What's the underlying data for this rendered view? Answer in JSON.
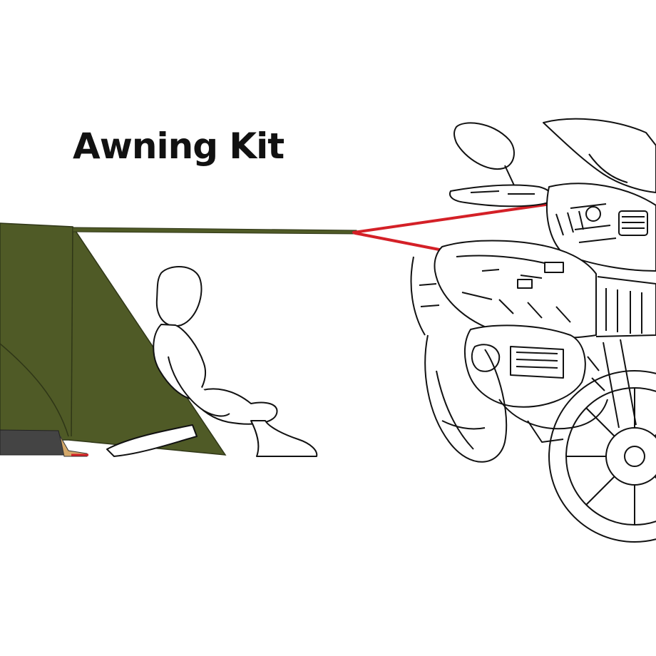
{
  "title": "Awning Kit",
  "colors": {
    "tarp": "#4f5a26",
    "tarp_dark": "#3e4720",
    "strap": "#d42027",
    "line_art": "#111111",
    "tent_floor": "#444444"
  },
  "illustration": {
    "left": "awning-tarp",
    "center": "seated-person",
    "right": "motorcycle"
  }
}
